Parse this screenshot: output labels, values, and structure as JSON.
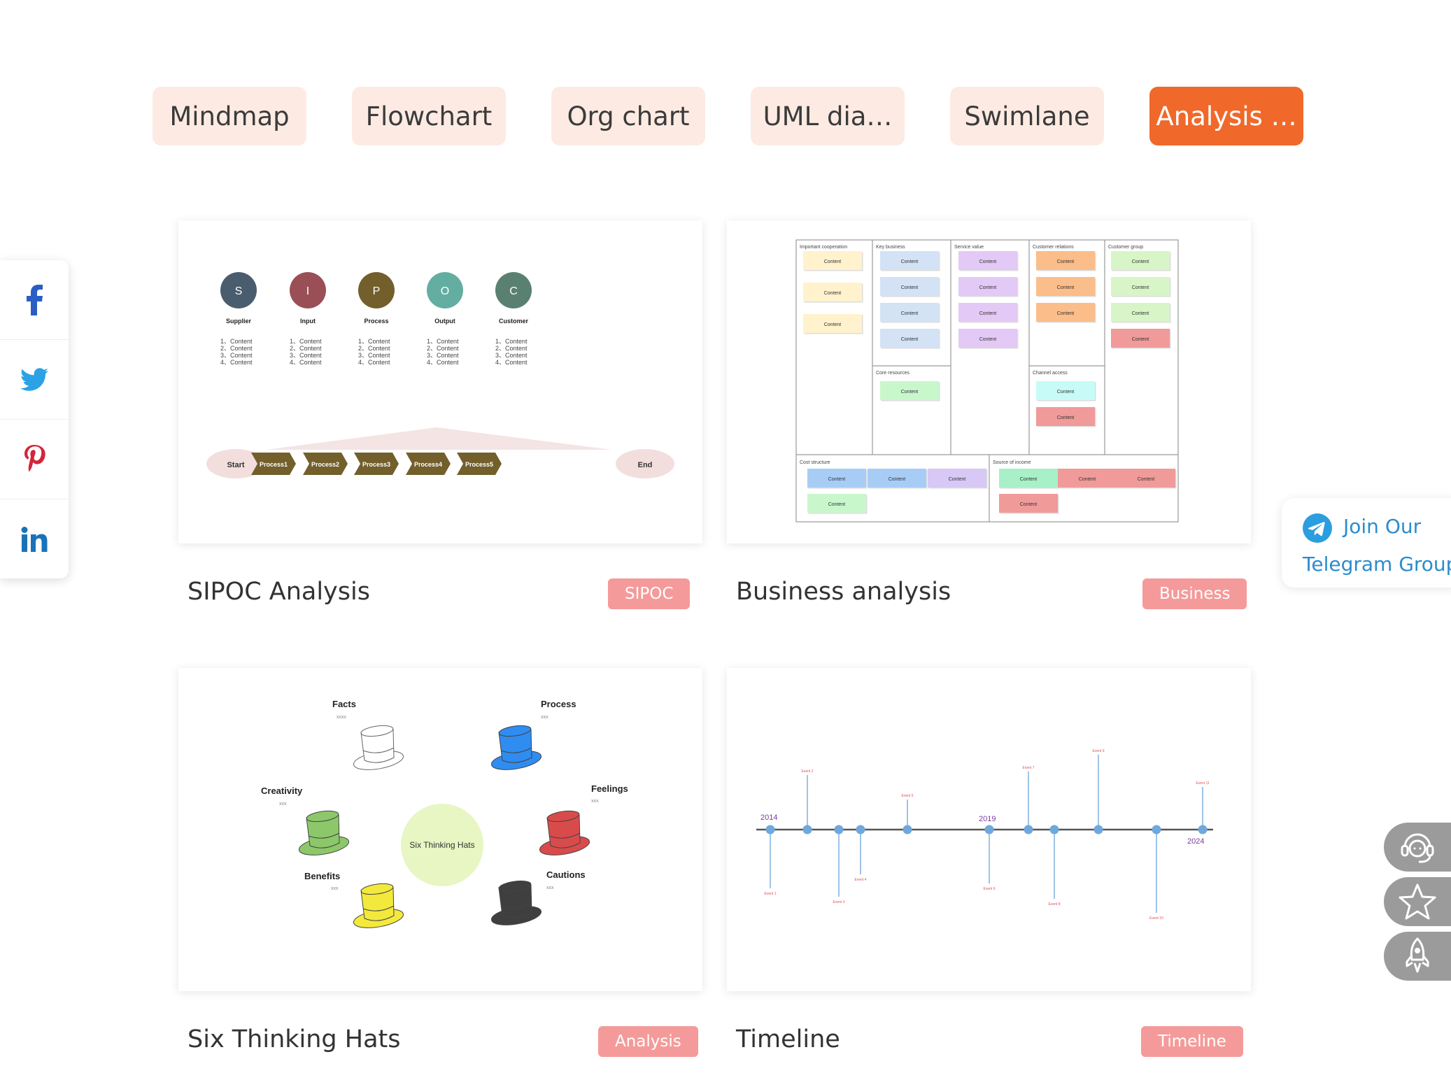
{
  "tabs": [
    {
      "label": "Mindmap",
      "active": false
    },
    {
      "label": "Flowchart",
      "active": false
    },
    {
      "label": "Org chart",
      "active": false
    },
    {
      "label": "UML dia…",
      "active": false
    },
    {
      "label": "Swimlane",
      "active": false
    },
    {
      "label": "Analysis …",
      "active": true
    }
  ],
  "cards": [
    {
      "title": "SIPOC Analysis",
      "tag": "SIPOC"
    },
    {
      "title": "Business analysis",
      "tag": "Business"
    },
    {
      "title": "Six Thinking Hats",
      "tag": "Analysis"
    },
    {
      "title": "Timeline",
      "tag": "Timeline"
    }
  ],
  "sipoc": {
    "letters": [
      "S",
      "I",
      "P",
      "O",
      "C"
    ],
    "labels": [
      "Supplier",
      "Input",
      "Process",
      "Output",
      "Customer"
    ],
    "colors": [
      "#4a5d6e",
      "#9a4f57",
      "#735f2c",
      "#63aea1",
      "#5a8071"
    ],
    "items": [
      "1、Content",
      "2、Content",
      "3、Content",
      "4、Content"
    ],
    "start": "Start",
    "end": "End",
    "processes": [
      "Process1",
      "Process2",
      "Process3",
      "Process4",
      "Process5"
    ]
  },
  "business": {
    "headers": [
      "Important cooperation",
      "Key business",
      "Service value",
      "Customer relations",
      "Customer group"
    ],
    "core_resources": "Core resources",
    "channel_access": "Channel access",
    "cost_structure": "Cost structure",
    "source_of_income": "Source of income",
    "note": "Content"
  },
  "hats": {
    "center": "Six Thinking Hats",
    "items": [
      {
        "label": "Facts",
        "sub": "xxxx",
        "color": "#ffffff"
      },
      {
        "label": "Process",
        "sub": "xxx",
        "color": "#2f8cf0"
      },
      {
        "label": "Creativity",
        "sub": "xxx",
        "color": "#8cc86a"
      },
      {
        "label": "Feelings",
        "sub": "xxx",
        "color": "#d94b4b"
      },
      {
        "label": "Benefits",
        "sub": "xxx",
        "color": "#f3e93c"
      },
      {
        "label": "Cautions",
        "sub": "xxx",
        "color": "#3f3f3f"
      }
    ]
  },
  "timeline": {
    "years": [
      "2014",
      "2019",
      "2024"
    ],
    "events": [
      "Event 1",
      "Event 2",
      "Event 3",
      "Event 4",
      "Event 5",
      "Event 6",
      "Event 7",
      "Event 8",
      "Event 9",
      "Event 10",
      "Event 11"
    ]
  },
  "share": [
    "facebook-icon",
    "twitter-icon",
    "pinterest-icon",
    "linkedin-icon"
  ],
  "telegram": {
    "line1": "Join Our",
    "line2": "Telegram Group"
  },
  "colors": {
    "accent": "#f0692a",
    "tab_bg": "#fdebe3",
    "tag_bg": "#f59a9a",
    "telegram": "#2b8ccf"
  }
}
